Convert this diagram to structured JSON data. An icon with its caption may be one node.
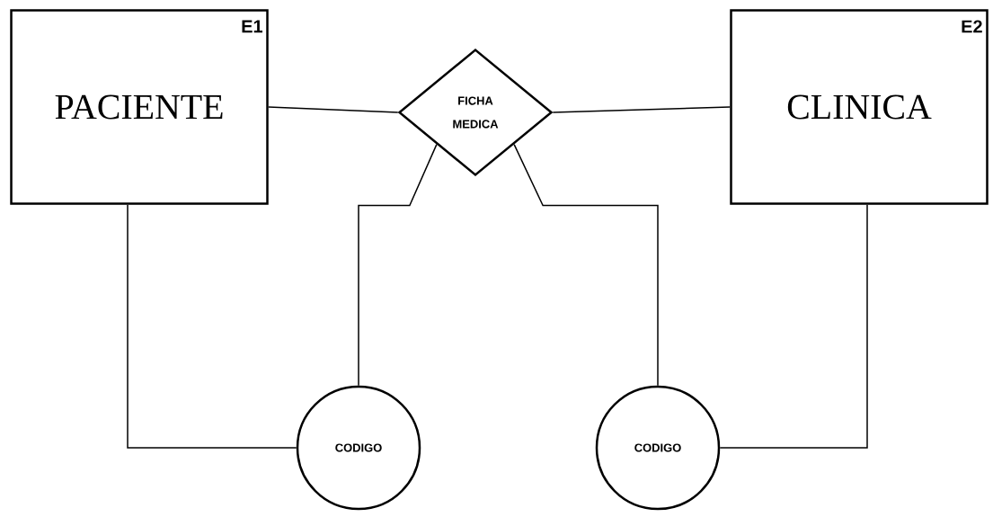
{
  "diagram": {
    "nodes": [
      {
        "text": [
          "E1",
          "PACIENTE"
        ]
      },
      {
        "text": [
          "FICHA MEDICA"
        ]
      },
      {
        "text": [
          "E2",
          "CLINICA"
        ]
      },
      {
        "text": [
          "CODIGO"
        ]
      },
      {
        "text": [
          "CODIGO"
        ]
      }
    ],
    "edges": [
      {
        "from": 0,
        "to": 1,
        "arrow": "none"
      },
      {
        "from": 1,
        "to": 2,
        "arrow": "none"
      },
      {
        "from": 0,
        "to": 3,
        "arrow": "none"
      },
      {
        "from": 1,
        "to": 3,
        "arrow": "none"
      },
      {
        "from": 1,
        "to": 4,
        "arrow": "none"
      },
      {
        "from": 2,
        "to": 4,
        "arrow": "none"
      }
    ]
  }
}
